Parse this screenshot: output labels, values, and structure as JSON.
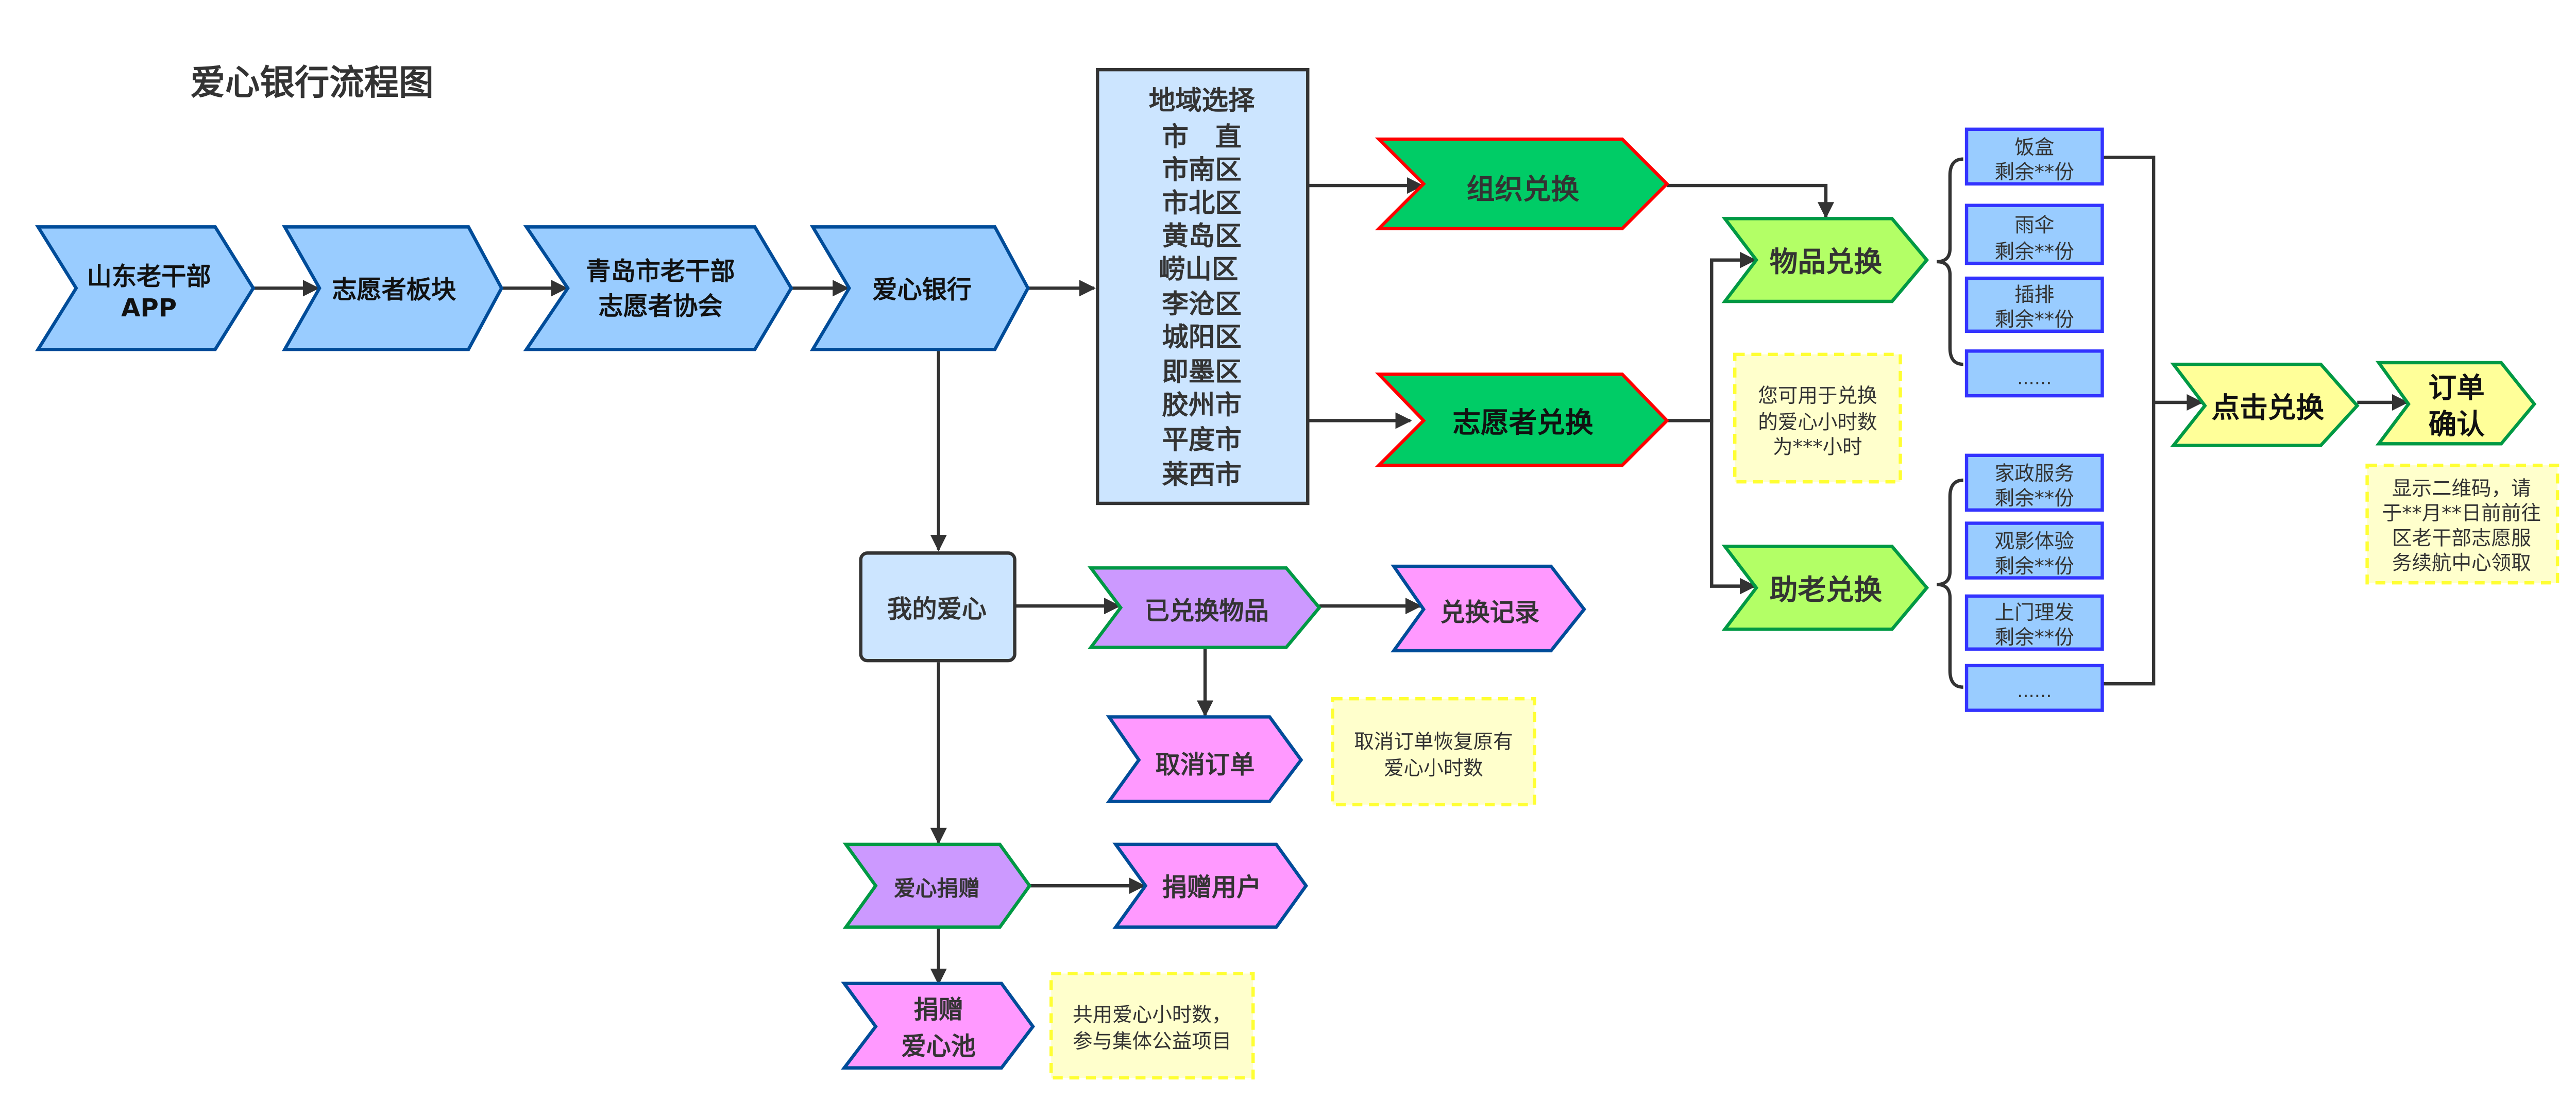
{
  "title": "爱心银行流程图",
  "colors": {
    "blue_fill": "#99ccff",
    "blue_stroke": "#004c99",
    "panel_fill": "#cce5ff",
    "panel_stroke": "#333333",
    "green_fill": "#00cc66",
    "red_stroke": "#ff0000",
    "lime_fill": "#b3ff66",
    "green_stroke": "#009944",
    "yellow_fill": "#ffff99",
    "purple_fill": "#cc99ff",
    "pink_fill": "#ff99ff",
    "item_fill": "#99ccff",
    "item_stroke": "#3333ff",
    "note_fill": "#ffffcc",
    "note_stroke": "#ffff33",
    "edge": "#333333"
  },
  "main_chain": [
    {
      "id": "app",
      "lines": [
        "山东老干部",
        "APP"
      ]
    },
    {
      "id": "volunteer-section",
      "lines": [
        "志愿者板块"
      ]
    },
    {
      "id": "association",
      "lines": [
        "青岛市老干部",
        "志愿者协会"
      ]
    },
    {
      "id": "love-bank",
      "lines": [
        "爱心银行"
      ]
    }
  ],
  "region_panel": {
    "heading": "地域选择",
    "regions": [
      "市　直",
      "市南区",
      "市北区",
      "黄岛区",
      "崂山区",
      "李沧区",
      "城阳区",
      "即墨区",
      "胶州市",
      "平度市",
      "莱西市"
    ]
  },
  "exchange_types": {
    "org": "组织兑换",
    "volunteer": "志愿者兑换",
    "goods": "物品兑换",
    "elder": "助老兑换"
  },
  "goods_items": [
    {
      "name": "饭盒",
      "stock": "剩余**份"
    },
    {
      "name": "雨伞",
      "stock": "剩余**份"
    },
    {
      "name": "插排",
      "stock": "剩余**份"
    },
    {
      "name": "......",
      "stock": ""
    }
  ],
  "elder_items": [
    {
      "name": "家政服务",
      "stock": "剩余**份"
    },
    {
      "name": "观影体验",
      "stock": "剩余**份"
    },
    {
      "name": "上门理发",
      "stock": "剩余**份"
    },
    {
      "name": "......",
      "stock": ""
    }
  ],
  "click_exchange": "点击兑换",
  "order_confirm": [
    "订单",
    "确认"
  ],
  "notes": {
    "hours": [
      "您可用于兑换",
      "的爱心小时数",
      "为***小时"
    ],
    "qrcode": [
      "显示二维码，请",
      "于**月**日前前往",
      "区老干部志愿服",
      "务续航中心领取"
    ],
    "cancel": [
      "取消订单恢复原有",
      "爱心小时数"
    ],
    "pool": [
      "共用爱心小时数，",
      "参与集体公益项目"
    ]
  },
  "my_love": {
    "label": "我的爱心",
    "exchanged": "已兑换物品",
    "records": "兑换记录",
    "cancel_order": "取消订单",
    "donation": "爱心捐赠",
    "donate_user": "捐赠用户",
    "donate_pool": [
      "捐赠",
      "爱心池"
    ]
  }
}
